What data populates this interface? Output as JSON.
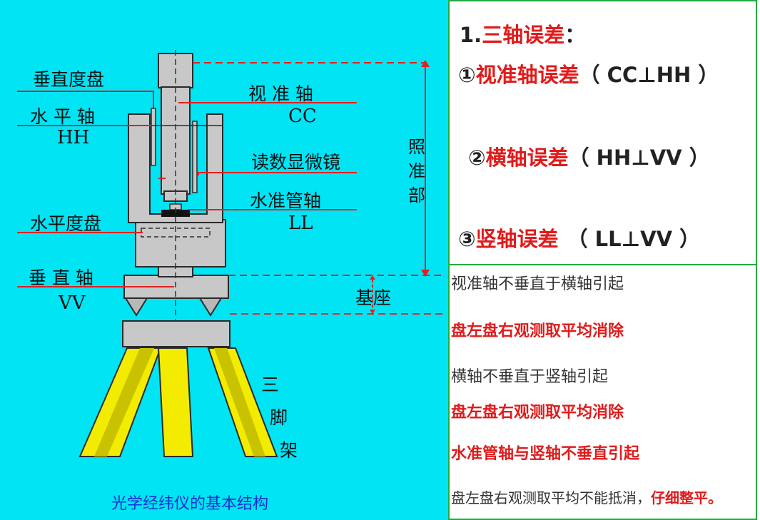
{
  "diagram": {
    "labels": {
      "vertical_circle": "垂直度盘",
      "horizontal_axis": "水 平 轴",
      "horizontal_axis_code": "HH",
      "horizontal_circle": "水平度盘",
      "vertical_axis": "垂 直 轴",
      "vertical_axis_code": "VV",
      "line_of_sight": "视  准  轴",
      "line_of_sight_code": "CC",
      "reading_microscope": "读数显微镜",
      "level_tube_axis": "水准管轴",
      "level_tube_axis_code": "LL",
      "sighting_part": [
        "照",
        "准",
        "部"
      ],
      "base": "基座",
      "tripod": [
        "三",
        "脚",
        "架"
      ],
      "caption": "光学经纬仪的基本结构"
    }
  },
  "errors_panel": {
    "heading_num": "1.",
    "heading": "三轴误差",
    "heading_colon": "：",
    "items": [
      {
        "num": "①",
        "name": "视准轴误差",
        "relation": "（ CC⊥HH ）"
      },
      {
        "num": "②",
        "name": "横轴误差",
        "relation": "（ HH⊥VV ）"
      },
      {
        "num": "③",
        "name": "竖轴误差",
        "relation": "（ LL⊥VV ）"
      }
    ]
  },
  "notes_panel": {
    "line1": "视准轴不垂直于横轴引起",
    "line2": "盘左盘右观测取平均消除",
    "line3": "横轴不垂直于竖轴引起",
    "line4": "盘左盘右观测取平均消除",
    "line5": "水准管轴与竖轴不垂直引起",
    "line6_part1": "盘左盘右观测取平均不能抵消，",
    "line6_part2": "仔细整平。"
  },
  "colors": {
    "diagram_background": "#00e4f4",
    "instrument_gray": "#c8c8c8",
    "tripod_yellow": "#f4ec00",
    "leader_red": "#e02020",
    "highlight_red": "#e01b1b",
    "caption_blue": "#1a2fd0",
    "border_green": "#22aa44"
  }
}
